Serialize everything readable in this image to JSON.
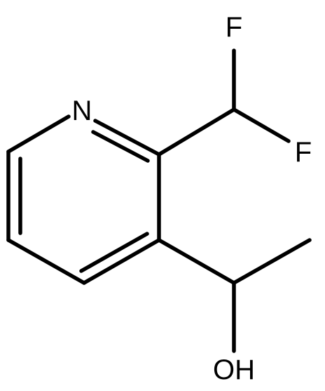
{
  "molecule": {
    "atoms": {
      "N": "N",
      "F1": "F",
      "F2": "F",
      "OH": "OH"
    }
  }
}
